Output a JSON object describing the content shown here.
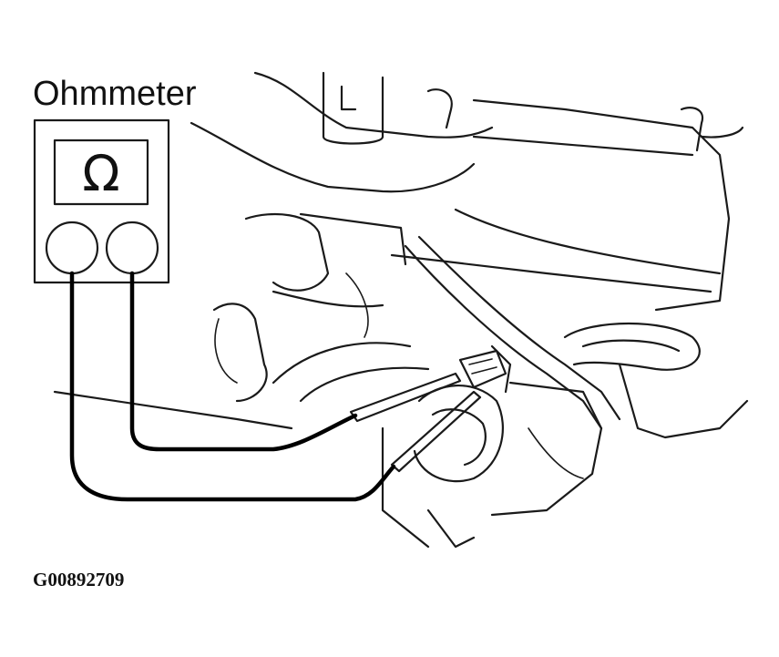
{
  "diagram": {
    "label": "Ohmmeter",
    "symbol": "Ω",
    "figure_code": "G00892709"
  }
}
